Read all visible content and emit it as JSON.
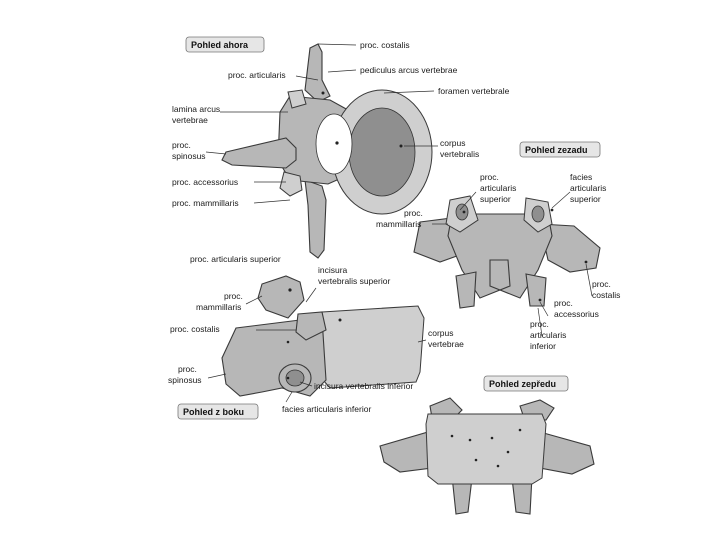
{
  "views": {
    "top": {
      "title": "Pohled ahora"
    },
    "back": {
      "title": "Pohled zezadu"
    },
    "side": {
      "title": "Pohled z boku"
    },
    "front": {
      "title": "Pohled zepředu"
    }
  },
  "labels": {
    "proc_costalis": "proc. costalis",
    "pediculus": "pediculus arcus vertebrae",
    "proc_articularis": "proc. articularis",
    "foramen": "foramen vertebrale",
    "lamina_1": "lamina arcus",
    "lamina_2": "vertebrae",
    "spinosus_1": "proc.",
    "spinosus_2": "spinosus",
    "corpus_1": "corpus",
    "corpus_2": "vertebralis",
    "accessorius": "proc. accessorius",
    "mammillaris": "proc. mammillaris",
    "art_superior": "proc. articularis superior",
    "back_art_sup_1": "proc.",
    "back_art_sup_2": "articularis",
    "back_art_sup_3": "superior",
    "back_facies_1": "facies",
    "back_facies_2": "articularis",
    "back_facies_3": "superior",
    "back_mamm_1": "proc.",
    "back_mamm_2": "mammillaris",
    "back_cost_1": "proc.",
    "back_cost_2": "costalis",
    "back_acc_1": "proc.",
    "back_acc_2": "accessorius",
    "back_art_inf_1": "proc.",
    "back_art_inf_2": "articularis",
    "back_art_inf_3": "inferior",
    "incisura_sup_1": "incisura",
    "incisura_sup_2": "vertebralis superior",
    "side_mamm_1": "proc.",
    "side_mamm_2": "mammillaris",
    "side_cost": "proc. costalis",
    "side_corpus_1": "corpus",
    "side_corpus_2": "vertebrae",
    "side_spin_1": "proc.",
    "side_spin_2": "spinosus",
    "incisura_inf": "incisura vertebralis inferior",
    "facies_inf": "facies articularis inferior"
  }
}
